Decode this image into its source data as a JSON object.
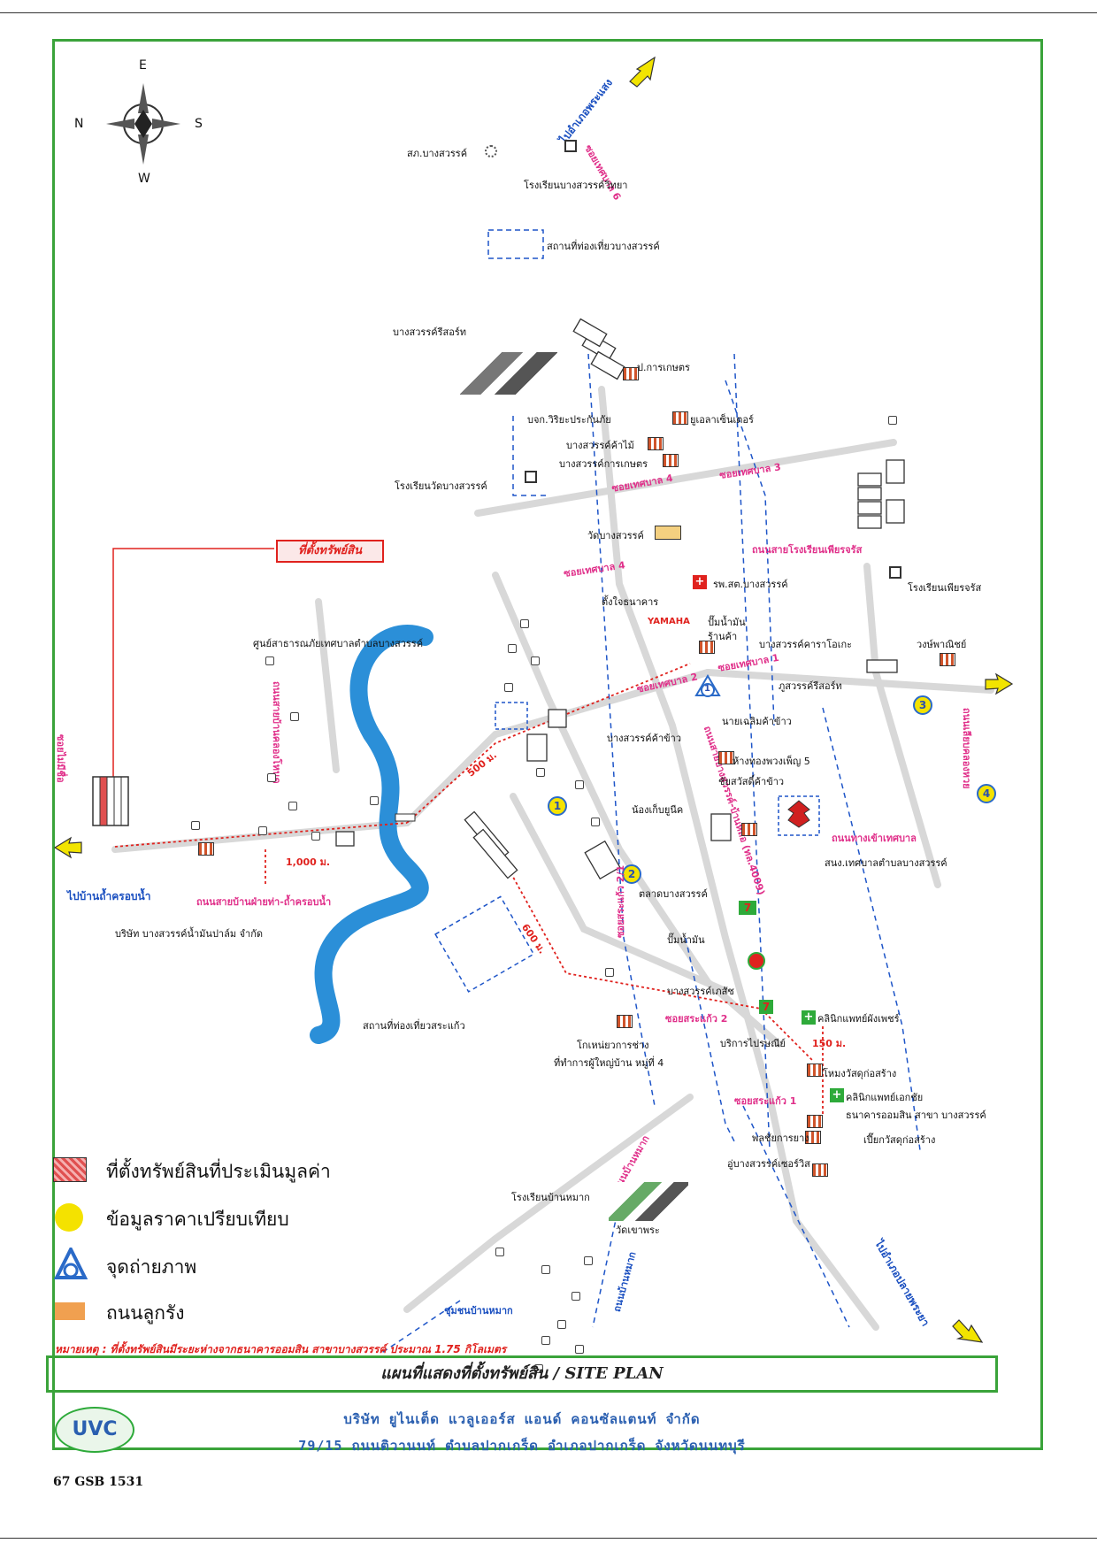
{
  "compass": {
    "north": "N",
    "south": "S",
    "east": "E",
    "west": "W"
  },
  "title": "แผนที่แสดงที่ตั้งทรัพย์สิน / SITE PLAN",
  "company": {
    "logo_text": "UVC",
    "name": "บริษัท ยูไนเต็ด แวลูเออร์ส แอนด์ คอนซัลแตนท์ จำกัด",
    "address": "79/15 ถนนติวานนท์ ตำบลปากเกร็ด อำเภอปากเกร็ด จังหวัดนนทบุรี"
  },
  "doc_code": "67 GSB 1531",
  "note": "หมายเหตุ : ที่ตั้งทรัพย์สินมีระยะห่างจากธนาคารออมสิน สาขาบางสวรรค์ ประมาณ 1.75 กิโลเมตร",
  "legend": [
    {
      "label": "ที่ตั้งทรัพย์สินที่ประเมินมูลค่า",
      "swatch": "hatch",
      "color": "#e05050"
    },
    {
      "label": "ข้อมูลราคาเปรียบเทียบ",
      "swatch": "circle",
      "color": "#f4e200"
    },
    {
      "label": "จุดถ่ายภาพ",
      "swatch": "triangle",
      "color": "#2a6ac8"
    },
    {
      "label": "ถนนลูกรัง",
      "swatch": "bar",
      "color": "#f0a050"
    }
  ],
  "subject_label": "ที่ตั้งทรัพย์สิน",
  "comparables": [
    "1",
    "2",
    "3",
    "4"
  ],
  "photo_point": "1",
  "distances": {
    "d500": "500 ม.",
    "d1000": "1,000 ม.",
    "d600": "600 ม.",
    "d150": "150 ม."
  },
  "directions": {
    "to_ban_tham_rop_nam": "ไปบ้านถ้ำครอบน้ำ",
    "to_amphoe_phrasaeng": "ไปอำเภอพระแสง",
    "to_amphoe_plai_phraya": "ไปอำเภอปลายพระยา"
  },
  "roads": {
    "soi_thesaban_6": "ซอยเทศบาล 6",
    "soi_thesaban_3": "ซอยเทศบาล 3",
    "soi_thesaban_4a": "ซอยเทศบาล 4",
    "soi_thesaban_4b": "ซอยเทศบาล 4",
    "soi_thesaban_2": "ซอยเทศบาล 2",
    "soi_thesaban_1": "ซอยเทศบาล 1",
    "soi_sa_kaeo_2": "ซอยสระแก้ว 2",
    "soi_sa_kaeo_1": "ซอยสระแก้ว 1",
    "soi_sa_kaeo_2_1": "ซอยสระแก้ว 2/1",
    "soi_mai_mi_chue": "ซอยไม่มีชื่อ",
    "thanon_sai_rongrian": "ถนนสายโรงเรียนเพียรจรัส",
    "thanon_ban_fai_tha": "ถนนสายบ้านฝ่ายท่า-ถ้ำครอบน้ำ",
    "thanon_ban_nong_khlong": "ถนนสายบ้านคลองโหนด",
    "thanon_main": "ถนนสายบางสวรรค์-บ้านหล่อ (ทล.4009)",
    "thanon_thang_khao": "ถนนทางเข้าเทศบาล",
    "thanon_nongkhlo": "ถนนเลียบคลองหวย",
    "thanon_ban_mak": "ถนนบ้านหมาก",
    "thanon_ban_mak2": "ถนนบ้านหมาก"
  },
  "places": {
    "sk_bangsawan": "สภ.บางสวรรค์",
    "rr_bangsawan_wittaya": "โรงเรียนบางสวรรค์วิทยา",
    "tourist_bangsawan": "สถานที่ท่องเที่ยวบางสวรรค์",
    "bangsawan_resort": "บางสวรรค์รีสอร์ท",
    "po_kaset": "ป.การเกษตร",
    "bkk_insurance": "บจก.วิริยะประกันภัย",
    "u_la_center": "ยูเอลาเซ็นเตอร์",
    "bangsawan_kha_mai": "บางสวรรค์ค้าไม้",
    "bangsawan_kan_kaset": "บางสวรรค์การเกษตร",
    "rr_wat_bangsawan": "โรงเรียนวัดบางสวรรค์",
    "wat_bangsawan": "วัดบางสวรรค์",
    "rph_bangsawan": "รพ.สต.บางสวรรค์",
    "tang_chai": "ตั้งใจธนาคาร",
    "yamaha": "YAMAHA",
    "pump": "ปั๊มน้ำมัน",
    "ran_kha": "ร้านค้า",
    "bangsawan_karaoke": "บางสวรรค์คาราโอเกะ",
    "wongpanich": "วงษ์พาณิชย์",
    "rr_phian_charat": "โรงเรียนเพียรจรัส",
    "phu_sawan_resort": "ภูสวรรค์รีสอร์ท",
    "naichaloem": "นายเฉลิมค้าข้าว",
    "sun_sathan": "ศูนย์สาธารณภัยเทศบาลตำบลบางสวรรค์",
    "bangsawan_kha_khao": "บางสวรรค์ค้าข้าว",
    "hang_thong": "ห้างทองพวงเพ็ญ 5",
    "chai_sawat": "ชัยสวัสดิ์ค้าข้าว",
    "nong_kep": "น้องเก็บยูนีค",
    "sanng_thesaban": "สนง.เทศบาลตำบลบางสวรรค์",
    "talat_bangsawan": "ตลาดบางสวรรค์",
    "pump2": "ปั๊มน้ำมัน",
    "bangsawan_kasem": "บางสวรรค์เภสัช",
    "clinic_1": "คลินิกแพทย์ผังเพชร์",
    "borikan": "บริการไปรษณีย์",
    "hong_wasadu": "โหมงวัสดุก่อสร้าง",
    "clinic_2": "คลินิกแพทย์เอกชัย",
    "bank_gsb": "ธนาคารออมสิน สาขา บางสวรรค์",
    "phon_chai": "พลชัยการยาง",
    "piak_wasadu": "เปี๊ยกวัสดุก่อสร้าง",
    "u_bangsawan": "อู่บางสวรรค์เซอร์วิส",
    "company_palm": "บริษัท บางสวรรค์น้ำมันปาล์ม จำกัด",
    "tourist_sa_kaeo": "สถานที่ท่องเที่ยวสระแก้ว",
    "kho_hew": "โกเหน่ยวการช่าง",
    "phu_yai_ban": "ที่ทำการผู้ใหญ่บ้าน หมู่ที่ 4",
    "rr_ban_mak": "โรงเรียนบ้านหมาก",
    "wat_khao_phra": "วัดเขาพระ",
    "chumchon_ban_mak": "ชุมชนบ้านหมาก"
  }
}
